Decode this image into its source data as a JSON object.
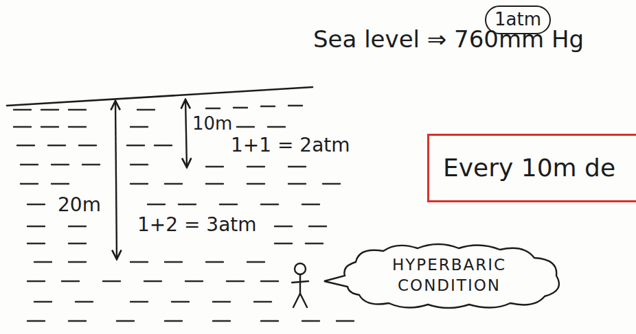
{
  "diagram": {
    "nodes": [
      {
        "text": [
          "1atm"
        ]
      },
      {
        "text": [
          "Every 10m de"
        ]
      },
      {
        "text": [
          "HYPERBARIC CONDITION"
        ]
      }
    ],
    "labels": [
      "Sea level ⇒ 760mm Hg",
      "10m",
      "1+1 = 2atm",
      "20m",
      "1+2 = 3atm"
    ]
  }
}
